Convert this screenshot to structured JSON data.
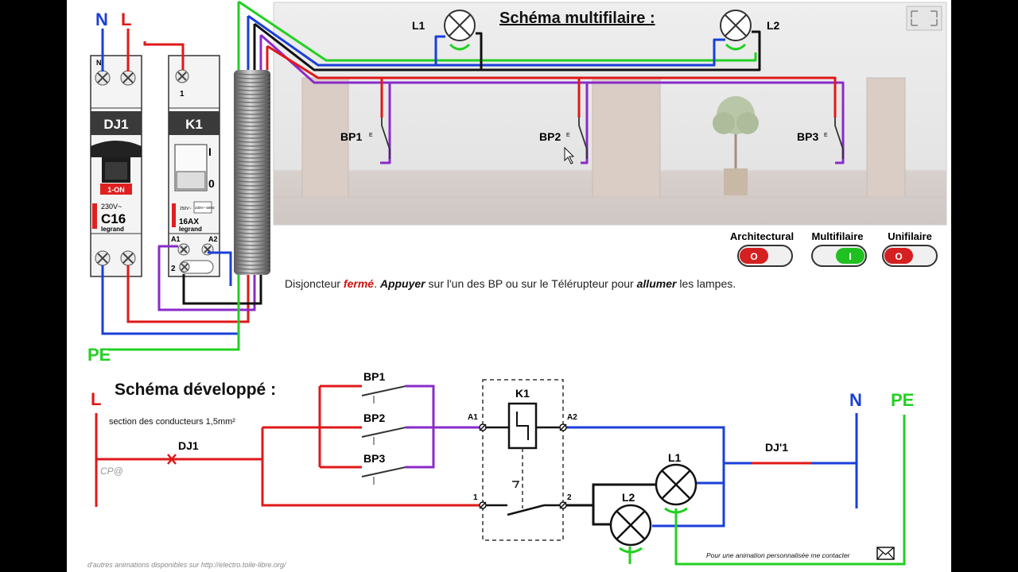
{
  "titles": {
    "multifilaire": "Schéma multifilaire :",
    "developpe": "Schéma développé :"
  },
  "power_labels": {
    "neutral": "N",
    "line": "L",
    "earth": "PE"
  },
  "breaker": {
    "name": "DJ1",
    "terminal": "N",
    "state": "1-ON",
    "rating_voltage": "230V~",
    "rating": "C16",
    "brand": "legrand"
  },
  "relay": {
    "name": "K1",
    "terminal_top": "1",
    "pos_on": "I",
    "pos_off": "0",
    "spec_small": "250V~",
    "spec_coil": "230V~ 50Hz",
    "rating": "16AX",
    "brand": "legrand",
    "coil_a1": "A1",
    "coil_a2": "A2",
    "terminal_bottom": "2"
  },
  "room": {
    "lamps": [
      "L1",
      "L2"
    ],
    "buttons": [
      "BP1",
      "BP2",
      "BP3"
    ],
    "contact_mark": "E"
  },
  "toggles": [
    {
      "label": "Architectural",
      "state": "O",
      "color": "#d42020"
    },
    {
      "label": "Multifilaire",
      "state": "I",
      "color": "#20c020"
    },
    {
      "label": "Unifilaire",
      "state": "O",
      "color": "#d42020"
    }
  ],
  "message": {
    "p1": "Disjoncteur ",
    "w1": "fermé",
    "p2": ". ",
    "w2": "Appuyer",
    "p3": " sur l'un des BP ou sur le Télérupteur pour ",
    "w3": "allumer",
    "p4": " les lampes."
  },
  "developpe": {
    "line": "L",
    "section_note": "section des conducteurs 1,5mm²",
    "breaker": "DJ1",
    "signature": "CP@",
    "buttons": [
      "BP1",
      "BP2",
      "BP3"
    ],
    "relay": "K1",
    "coil_a1": "A1",
    "coil_a2": "A2",
    "contact_1": "1",
    "contact_2": "2",
    "breaker_neutral": "DJ'1",
    "neutral": "N",
    "earth": "PE",
    "lamps": [
      "L1",
      "L2"
    ]
  },
  "footer": {
    "left": "d'autres animations disponibles sur http://electro.toile-libre.org/",
    "right": "Pour une animation personnalisée me contacter"
  },
  "colors": {
    "phase": "#e01818",
    "neutral": "#1a3fd8",
    "earth": "#22d022",
    "return": "#8a2bc9",
    "control": "#111111"
  }
}
